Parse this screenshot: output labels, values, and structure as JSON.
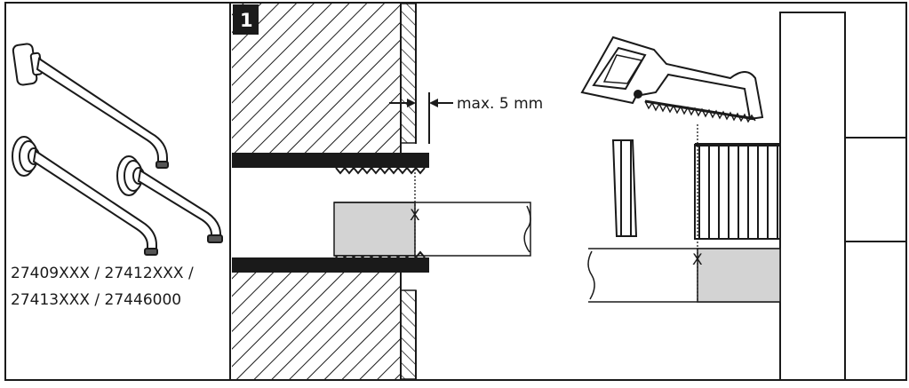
{
  "step": {
    "number": "1"
  },
  "product": {
    "codes_line1": "27409XXX / 27412XXX /",
    "codes_line2": "27413XXX / 27446000"
  },
  "dimension": {
    "label": "max. 5 mm"
  },
  "cut_marks": {
    "mark1": "X",
    "mark2": "X"
  },
  "colors": {
    "ink": "#1a1a1a",
    "fill_gray": "#d3d3d3",
    "paper": "#ffffff"
  },
  "icons": [
    "wall-spout-square-icon",
    "wall-spout-round-icon",
    "hacksaw-icon"
  ]
}
